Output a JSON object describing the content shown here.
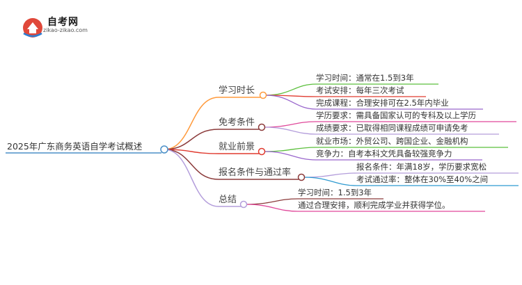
{
  "logo": {
    "name": "自考网",
    "url": "zikao-zikao.com"
  },
  "root": "2025年广东商务英语自学考试概述",
  "branches": [
    {
      "label": "学习时长",
      "color": "#ff9a3c",
      "leaves": [
        {
          "label": "学习时间：通常在1.5到3年",
          "color": "#5bbf3c"
        },
        {
          "label": "考试安排：每年三次考试",
          "color": "#e03a2f"
        },
        {
          "label": "完成课程：合理安排可在2.5年内毕业",
          "color": "#9966cc"
        }
      ]
    },
    {
      "label": "免考条件",
      "color": "#8b3a3a",
      "leaves": [
        {
          "label": "学历要求：需具备国家认可的专科及以上学历",
          "color": "#e0489a"
        },
        {
          "label": "成绩要求：已取得相同课程成绩可申请免考",
          "color": "#b39ddb"
        }
      ]
    },
    {
      "label": "就业前景",
      "color": "#e03a2f",
      "leaves": [
        {
          "label": "就业市场：外贸公司、跨国企业、金融机构",
          "color": "#5bbf3c"
        },
        {
          "label": "竞争力：自考本科文凭具备较强竞争力",
          "color": "#9966cc"
        }
      ]
    },
    {
      "label": "报名条件与通过率",
      "color": "#8b3a3a",
      "leaves": [
        {
          "label": "报名条件：年满18岁，学历要求宽松",
          "color": "#b39ddb"
        },
        {
          "label": "考试通过率：整体在30%至40%之间",
          "color": "#2e9ad0"
        }
      ]
    },
    {
      "label": "总结",
      "color": "#b39ddb",
      "leaves": [
        {
          "label": "学习时间：1.5到3年",
          "color": "#8b3a3a"
        },
        {
          "label": "通过合理安排，顺利完成学业并获得学位。",
          "color": "#e0489a"
        }
      ]
    }
  ]
}
